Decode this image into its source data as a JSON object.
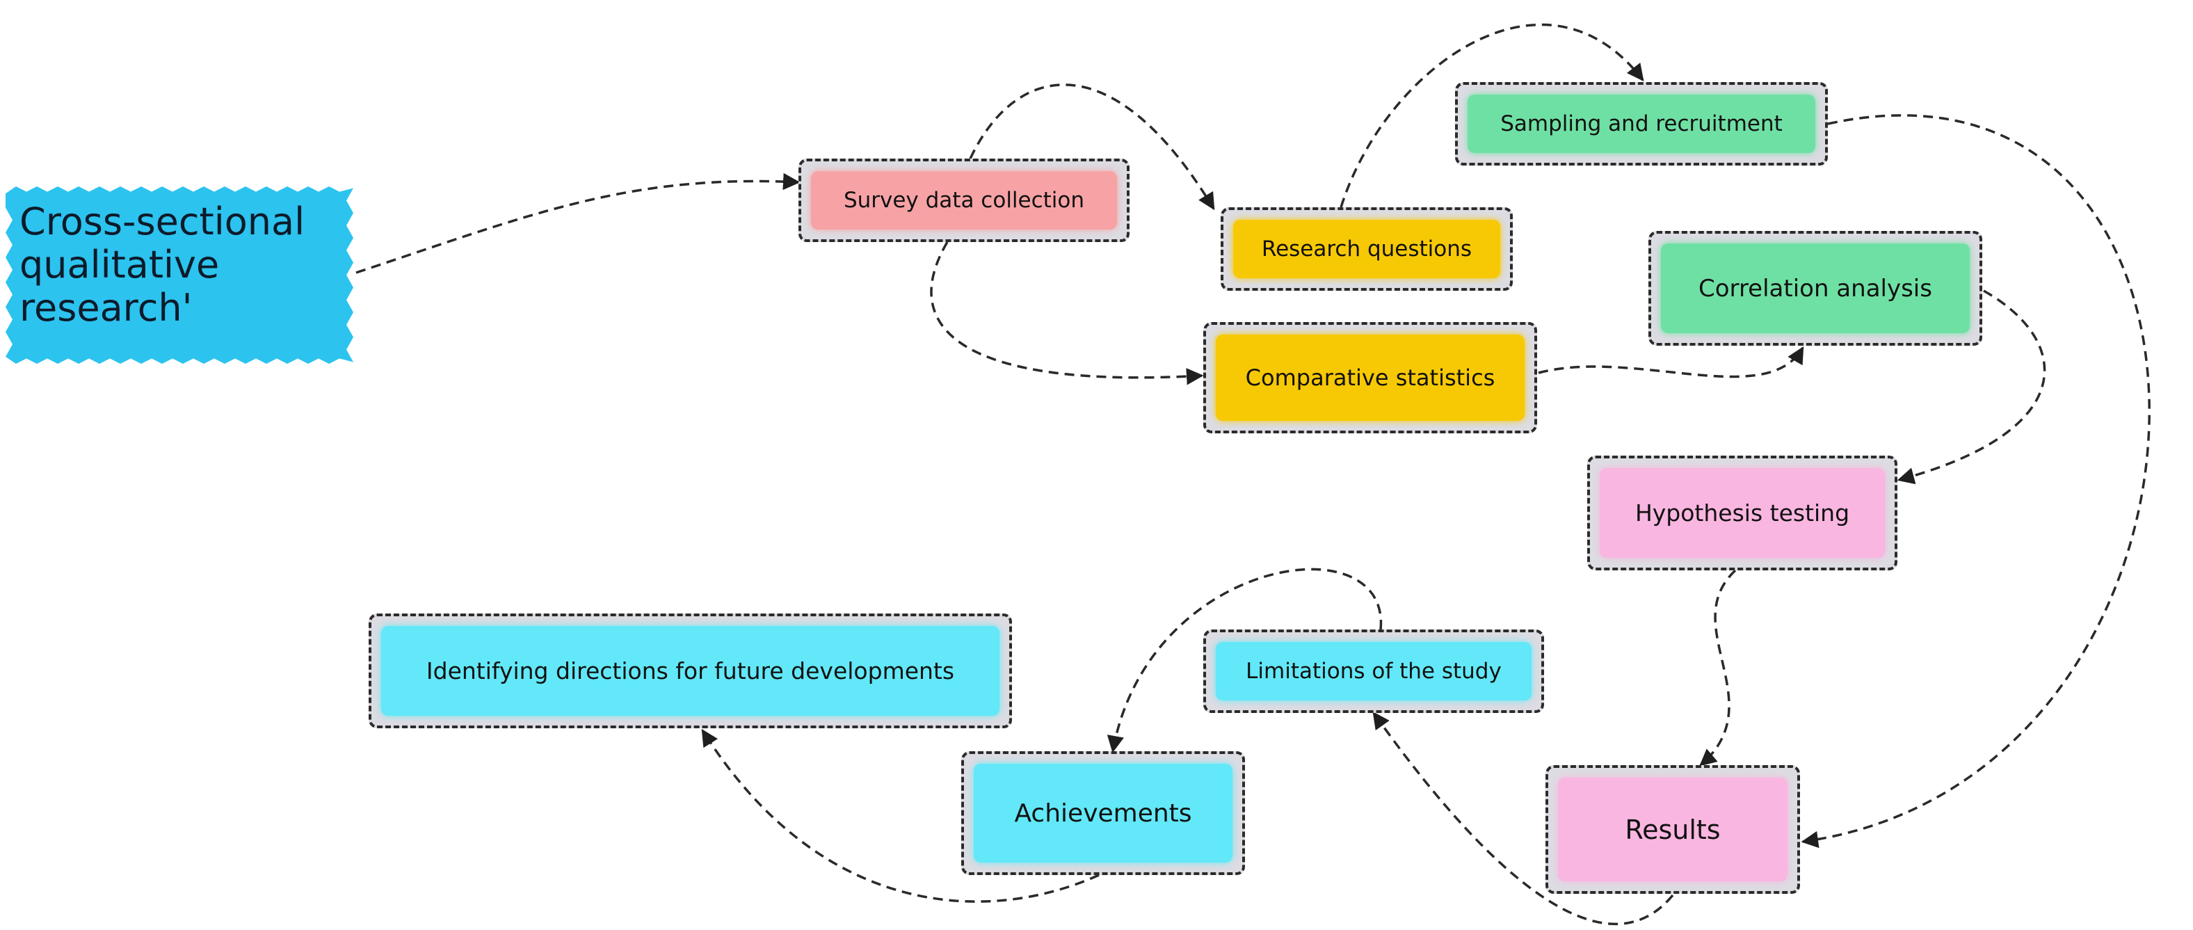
{
  "start": {
    "label": "Cross-sectional\nqualitative\nresearch'",
    "color": "#2cc3ef"
  },
  "nodes": {
    "survey": {
      "label": "Survey data collection",
      "color": "#f7a3a6"
    },
    "research_questions": {
      "label": "Research questions",
      "color": "#f7c904"
    },
    "sampling": {
      "label": "Sampling and recruitment",
      "color": "#6fe0a4"
    },
    "comparative": {
      "label": "Comparative statistics",
      "color": "#f7c904"
    },
    "correlation": {
      "label": "Correlation analysis",
      "color": "#6fe0a4"
    },
    "hypothesis": {
      "label": "Hypothesis testing",
      "color": "#f9b6e0"
    },
    "results": {
      "label": "Results",
      "color": "#f9b6e0"
    },
    "limitations": {
      "label": "Limitations of the study",
      "color": "#62e8f8"
    },
    "achievements": {
      "label": "Achievements",
      "color": "#62e8f8"
    },
    "future": {
      "label": "Identifying directions for future developments",
      "color": "#62e8f8"
    }
  },
  "edges": [
    {
      "from": "start",
      "to": "survey"
    },
    {
      "from": "survey",
      "to": "research_questions"
    },
    {
      "from": "research_questions",
      "to": "sampling"
    },
    {
      "from": "survey",
      "to": "comparative"
    },
    {
      "from": "comparative",
      "to": "correlation"
    },
    {
      "from": "correlation",
      "to": "hypothesis"
    },
    {
      "from": "sampling",
      "to": "results"
    },
    {
      "from": "hypothesis",
      "to": "results"
    },
    {
      "from": "results",
      "to": "limitations"
    },
    {
      "from": "limitations",
      "to": "achievements"
    },
    {
      "from": "achievements",
      "to": "future"
    }
  ],
  "style": {
    "node_frame_color": "#dcdce2",
    "border_color": "#2b2b2b",
    "arrow_color": "#2a2a2a"
  }
}
